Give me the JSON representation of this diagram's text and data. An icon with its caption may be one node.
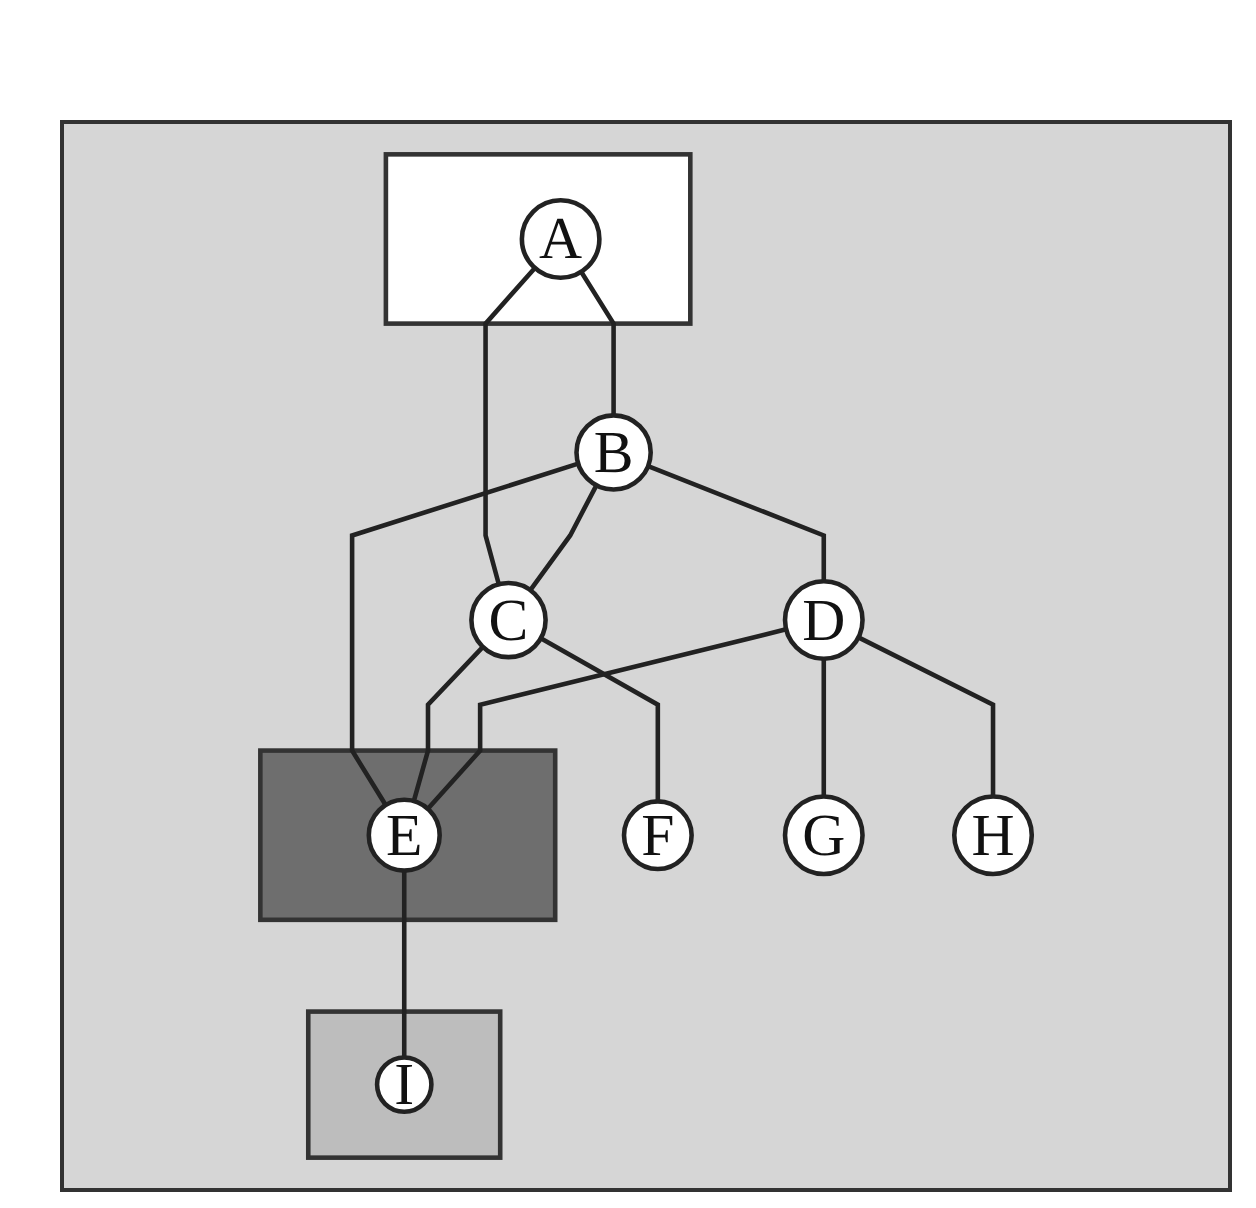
{
  "diagram": {
    "nodes": [
      {
        "text": [],
        "shape": "box"
      },
      {
        "text": [
          "A"
        ],
        "in": 0
      },
      {
        "text": [
          "B"
        ]
      },
      {
        "text": [
          "C"
        ]
      },
      {
        "text": [
          "D"
        ]
      },
      {
        "text": [],
        "shape": "box"
      },
      {
        "text": [
          "E"
        ],
        "in": 5
      },
      {
        "text": [
          "F"
        ]
      },
      {
        "text": [
          "G"
        ]
      },
      {
        "text": [
          "H"
        ]
      },
      {
        "text": [],
        "shape": "box"
      },
      {
        "text": [
          "I"
        ],
        "in": 10
      }
    ],
    "edges": [
      {
        "from": 1,
        "to": 2,
        "arrow": "none"
      },
      {
        "from": 1,
        "to": 3,
        "arrow": "none"
      },
      {
        "from": 2,
        "to": 3,
        "arrow": "none"
      },
      {
        "from": 2,
        "to": 4,
        "arrow": "none"
      },
      {
        "from": 2,
        "to": 6,
        "arrow": "none"
      },
      {
        "from": 3,
        "to": 6,
        "arrow": "none"
      },
      {
        "from": 3,
        "to": 7,
        "arrow": "none"
      },
      {
        "from": 4,
        "to": 6,
        "arrow": "none"
      },
      {
        "from": 4,
        "to": 8,
        "arrow": "none"
      },
      {
        "from": 4,
        "to": 9,
        "arrow": "none"
      },
      {
        "from": 6,
        "to": 11,
        "arrow": "none"
      }
    ]
  }
}
